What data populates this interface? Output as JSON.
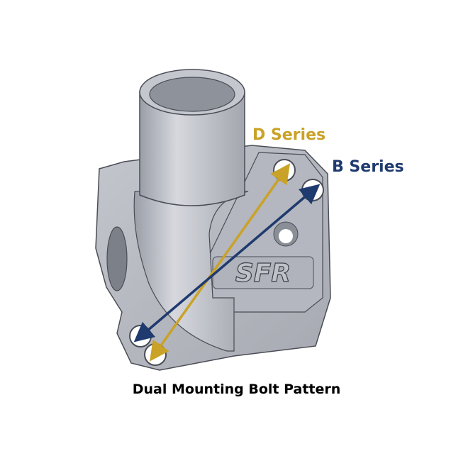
{
  "labels": {
    "d_series": "D Series",
    "b_series": "B Series"
  },
  "caption": "Dual Mounting Bolt Pattern",
  "logo_text": "SFR",
  "colors": {
    "d_series": "#c9a227",
    "b_series": "#1f3a6e",
    "part": "#b9bcc4",
    "outline": "#4a4d55"
  }
}
